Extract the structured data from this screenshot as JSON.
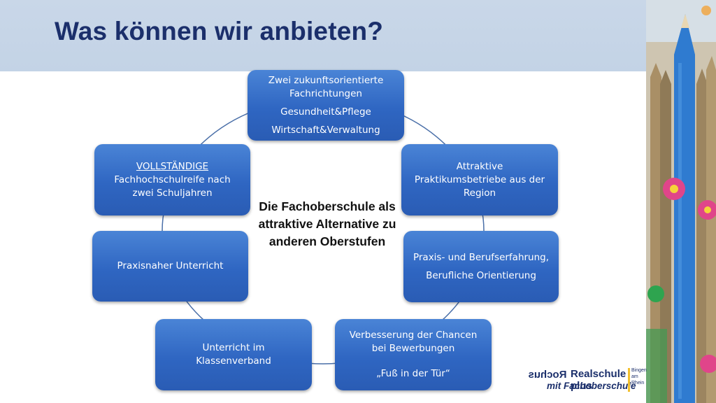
{
  "slide": {
    "title": "Was können wir anbieten?",
    "center_text": [
      "Die Fachoberschule als",
      "attraktive Alternative zu",
      "anderen Oberstufen"
    ]
  },
  "boxes": {
    "top": [
      "Zwei zukunftsorientierte",
      "Fachrichtungen",
      "Gesundheit&Pflege",
      "Wirtschaft&Verwaltung"
    ],
    "right_upper": [
      "Attraktive",
      "Praktikumsbetriebe aus der",
      "Region"
    ],
    "right_middle": [
      "Praxis- und Berufserfahrung,",
      "Berufliche Orientierung"
    ],
    "bottom_right": [
      "Verbesserung der Chancen",
      "bei Bewerbungen",
      "„Fuß in der Tür“"
    ],
    "bottom_left": [
      "Unterricht im",
      "Klassenverband"
    ],
    "left_middle": [
      "Praxisnaher Unterricht"
    ],
    "left_upper": [
      "VOLLSTÄNDIGE",
      "Fachhochschulreife nach",
      "zwei Schuljahren"
    ]
  },
  "logo": {
    "mirrored": "Rochus",
    "name": "Realschule plus",
    "subtitle": "mit Fachoberschule",
    "location": [
      "Bingen",
      "am",
      "Rhein"
    ]
  },
  "colors": {
    "box_blue": "#2f66c2",
    "title_navy": "#1b2f6b",
    "header_band": "#c9d7e8",
    "ring_line": "#4a6fa8"
  }
}
